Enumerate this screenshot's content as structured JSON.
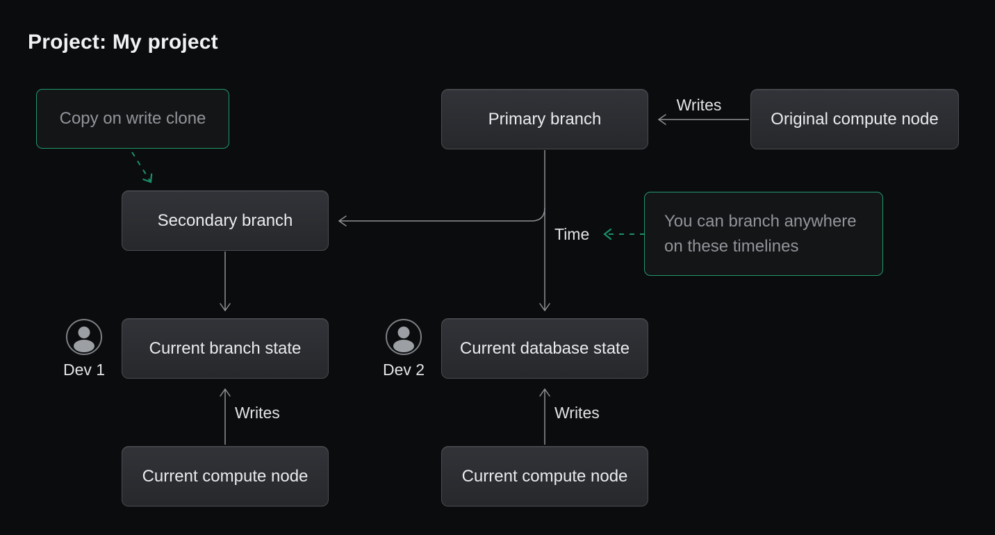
{
  "title": "Project: My project",
  "theme": {
    "bg": "#0b0c0d",
    "node_border": "#4a4c51",
    "node_bg_top": "#313338",
    "node_bg_bottom": "#26282c",
    "node_text": "#e9ebee",
    "green_accent": "#22996e",
    "green_arrow": "#1b9168",
    "annotation_bg": "#131516",
    "annotation_text": "#92959a",
    "line_color": "#8f9296",
    "label_text": "#e2e4e6",
    "title_text": "#f1f2f4"
  },
  "nodes": {
    "primary_branch": "Primary branch",
    "original_compute_node": "Original compute node",
    "secondary_branch": "Secondary branch",
    "current_branch_state": "Current branch state",
    "current_database_state": "Current database state",
    "current_compute_node_left": "Current compute node",
    "current_compute_node_right": "Current compute node"
  },
  "annotations": {
    "copy_on_write_clone": "Copy on write clone",
    "branch_anywhere": "You can branch anywhere on these timelines"
  },
  "labels": {
    "writes_top": "Writes",
    "writes_left": "Writes",
    "writes_right": "Writes",
    "time": "Time",
    "dev1": "Dev 1",
    "dev2": "Dev 2"
  },
  "icons": {
    "dev1": "user-circle-icon",
    "dev2": "user-circle-icon"
  }
}
